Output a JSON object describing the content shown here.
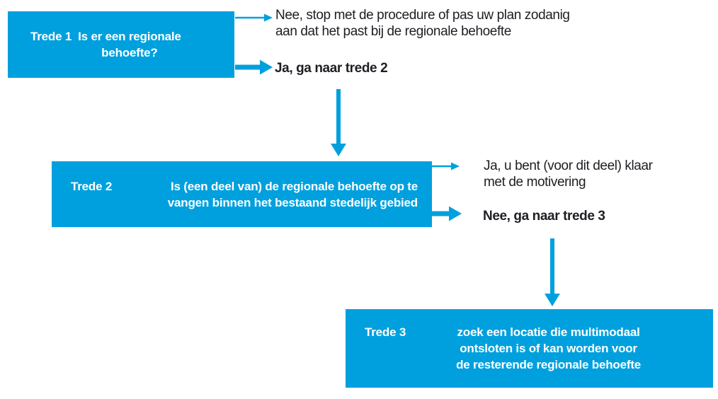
{
  "diagram": {
    "steps": [
      {
        "label": "Trede 1",
        "question": "Is er een regionale\nbehoefte?",
        "negative": "Nee, stop met de procedure of pas uw plan zodanig\naan dat het past bij de regionale behoefte",
        "positive": "Ja, ga naar trede 2"
      },
      {
        "label": "Trede 2",
        "question": "Is (een deel van) de regionale behoefte op te\nvangen binnen het bestaand stedelijk gebied",
        "positive": "Ja, u bent (voor dit deel) klaar\nmet de motivering",
        "negative": "Nee, ga naar trede 3"
      },
      {
        "label": "Trede 3",
        "question": "zoek een locatie die multimodaal\nontsloten is of kan worden voor\nde resterende regionale behoefte"
      }
    ],
    "colors": {
      "accent_blue": "#00A0DE",
      "text_dark": "#1E1E24",
      "box_text": "#FFFFFF",
      "background": "#FFFFFF"
    }
  }
}
